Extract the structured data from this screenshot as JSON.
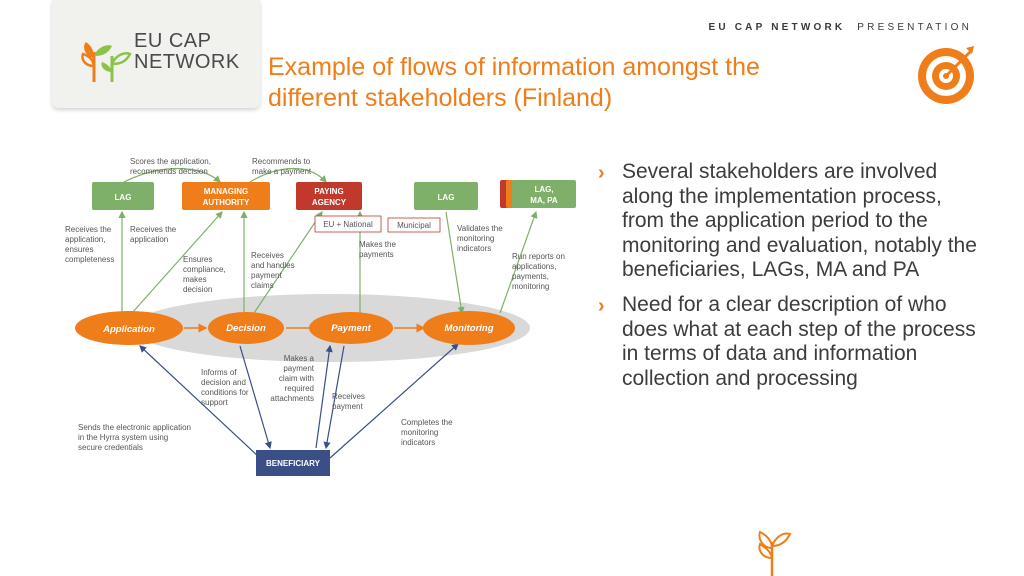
{
  "header": {
    "bold": "EU CAP NETWORK",
    "light": "PRESENTATION"
  },
  "logo": {
    "line1": "EU CAP",
    "line2": "NETWORK"
  },
  "title": {
    "line1": "Example of flows of information amongst the",
    "line2": "different stakeholders (Finland)"
  },
  "bullets": [
    "Several stakeholders are involved along the implementation process, from the application period to the monitoring and evaluation, notably the beneficiaries, LAGs, MA and PA",
    "Need for a clear description of who does what at each step of the process in terms of data and information collection and processing"
  ],
  "diagram": {
    "boxes": {
      "lag1": "LAG",
      "ma": [
        "MANAGING",
        "AUTHORITY"
      ],
      "pa": [
        "PAYING",
        "AGENCY"
      ],
      "lag2": "LAG",
      "lagmapa": [
        "LAG,",
        "MA, PA"
      ],
      "beneficiary": "BENEFICIARY"
    },
    "funding": {
      "eu": "EU + National",
      "municipal": "Municipal"
    },
    "ovals": {
      "application": "Application",
      "decision": "Decision",
      "payment": "Payment",
      "monitoring": "Monitoring"
    },
    "notes": {
      "scores": [
        "Scores the application,",
        "recommends decision"
      ],
      "recommends": [
        "Recommends to",
        "make a payment"
      ],
      "receives_ensures": [
        "Receives the",
        "application,",
        "ensures",
        "completeness"
      ],
      "receives_app": [
        "Receives the",
        "application"
      ],
      "ensures_compliance": [
        "Ensures",
        "compliance,",
        "makes",
        "decision"
      ],
      "handles_claims": [
        "Receives",
        "and handles",
        "payment",
        "claims"
      ],
      "makes_payments": [
        "Makes the",
        "payments"
      ],
      "validates": [
        "Validates the",
        "monitoring",
        "indicators"
      ],
      "run_reports": [
        "Run reports on",
        "applications,",
        "payments,",
        "monitoring"
      ],
      "informs": [
        "Informs of",
        "decision and",
        "conditions for",
        "support"
      ],
      "makes_claim": [
        "Makes a",
        "payment",
        "claim with",
        "required",
        "attachments"
      ],
      "receives_payment": [
        "Receives",
        "payment"
      ],
      "sends_app": [
        "Sends the electronic application",
        "in the Hyrra system using",
        "secure credentials"
      ],
      "completes": [
        "Completes the",
        "monitoring",
        "indicators"
      ]
    }
  },
  "colors": {
    "accent": "#ef7d1a",
    "green": "#7fb069",
    "red": "#c0392b",
    "navy": "#3a4f86",
    "text": "#3c3c3c"
  }
}
